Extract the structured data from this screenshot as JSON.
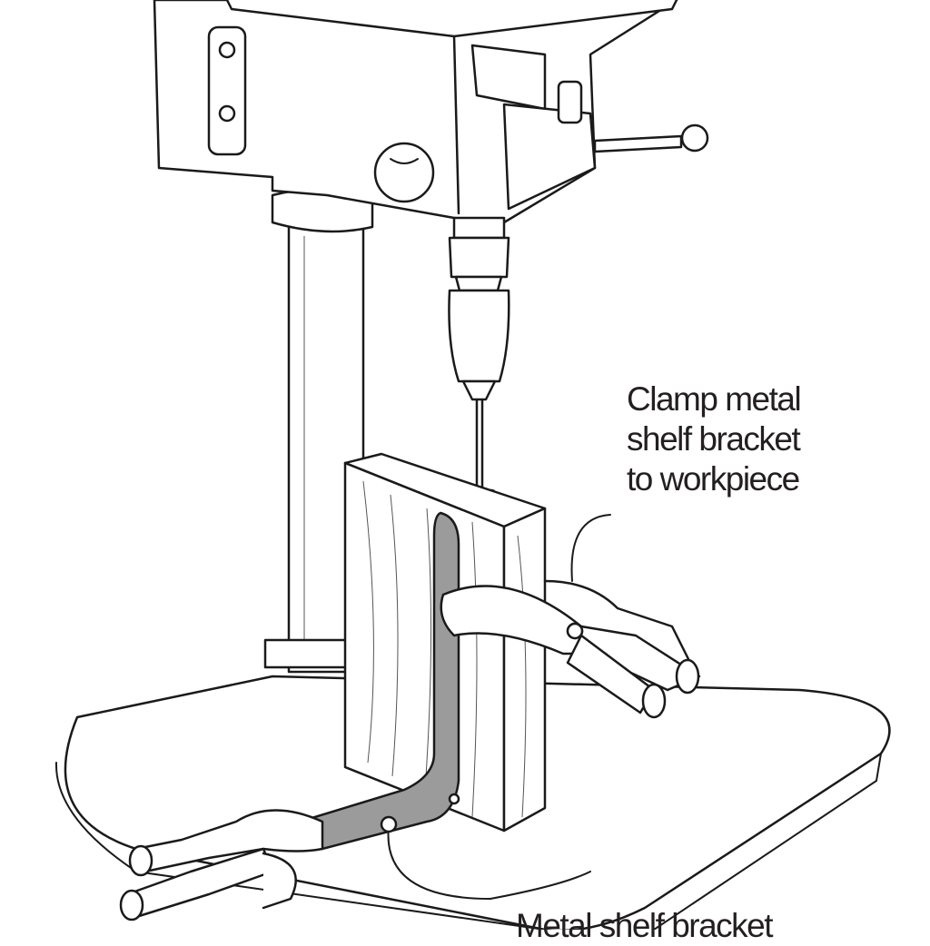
{
  "callouts": {
    "clamp_instruction": [
      "Clamp metal",
      "shelf bracket",
      "to workpiece"
    ],
    "bracket_label": "Metal shelf bracket"
  },
  "colors": {
    "ink": "#1a1a1a",
    "bracket_fill": "#9b9b9b",
    "text": "#231f20"
  }
}
